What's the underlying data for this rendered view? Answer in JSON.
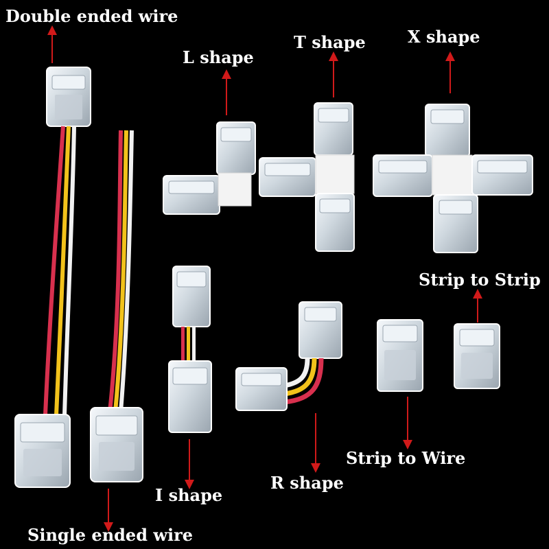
{
  "labels": {
    "double_ended_wire": "Double ended wire",
    "l_shape": "L shape",
    "t_shape": "T shape",
    "x_shape": "X shape",
    "strip_to_strip": "Strip to Strip",
    "i_shape": "I shape",
    "r_shape": "R shape",
    "strip_to_wire": "Strip to Wire",
    "single_ended_wire": "Single ended wire"
  },
  "colors": {
    "background": "#000000",
    "label_text": "#ffffff",
    "arrow": "#d11a1a",
    "wire_red": "#d8304e",
    "wire_yellow": "#f2c21b",
    "wire_white": "#f1f1f1",
    "connector_body": "#dfe6ec",
    "connector_edge": "#ffffff",
    "connector_shadow": "#8f9ba6",
    "joint_white": "#f3f3f3"
  }
}
